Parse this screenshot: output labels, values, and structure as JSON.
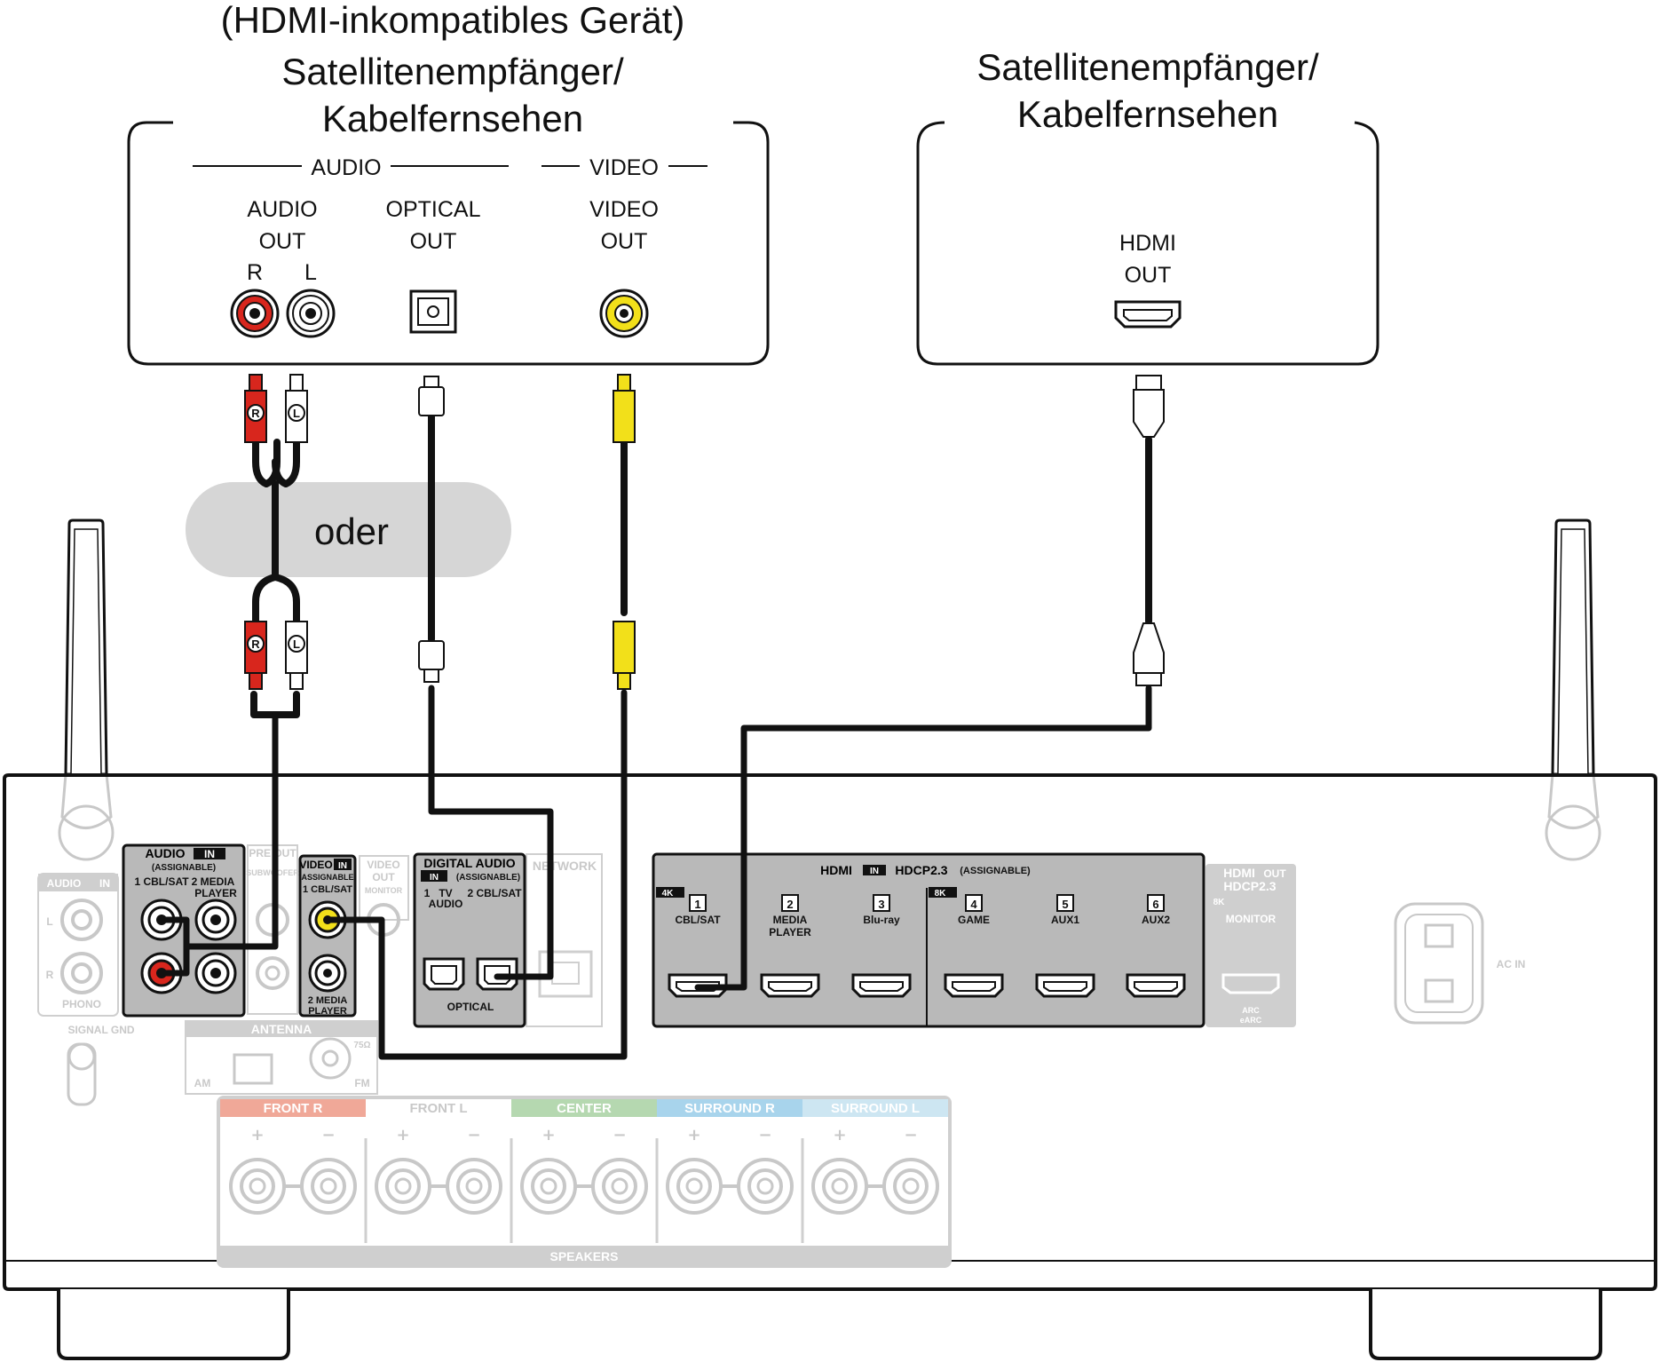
{
  "device_left": {
    "title_line1": "(HDMI-inkompatibles Gerät)",
    "title_line2": "Satellitenempfänger/",
    "title_line3": "Kabelfernsehen",
    "group_audio": "AUDIO",
    "group_video": "VIDEO",
    "audio_out_1": "AUDIO",
    "audio_out_2": "OUT",
    "ch_r": "R",
    "ch_l": "L",
    "optical_1": "OPTICAL",
    "optical_2": "OUT",
    "video_out_1": "VIDEO",
    "video_out_2": "OUT"
  },
  "device_right": {
    "title_line1": "Satellitenempfänger/",
    "title_line2": "Kabelfernsehen",
    "hdmi_1": "HDMI",
    "hdmi_2": "OUT"
  },
  "or_label": "oder",
  "plug_r": "R",
  "plug_l": "L",
  "receiver": {
    "audio_in_title": "AUDIO",
    "audio_in_badge": "IN",
    "assignable": "(ASSIGNABLE)",
    "audio_in_1": "1 CBL/SAT",
    "audio_in_2a": "2 MEDIA",
    "audio_in_2b": "PLAYER",
    "preout": "PRE OUT",
    "subwoofer": "SUBWOOFER",
    "video_in_title": "VIDEO",
    "video_in_badge": "IN",
    "video_in_1": "1 CBL/SAT",
    "video_in_2a": "2 MEDIA",
    "video_in_2b": "PLAYER",
    "video_out_title": "VIDEO",
    "video_out_badge": "OUT",
    "monitor": "MONITOR",
    "digital_audio_title": "DIGITAL AUDIO",
    "digital_in_badge": "IN",
    "digital_1a": "1",
    "digital_1b": "TV",
    "digital_1c": "AUDIO",
    "digital_2": "2 CBL/SAT",
    "optical": "OPTICAL",
    "network": "NETWORK",
    "hdmi_title": "HDMI",
    "hdmi_badge": "IN",
    "hdcp": "HDCP2.3",
    "hdmi_assignable": "(ASSIGNABLE)",
    "badge_4k": "4K",
    "badge_8k": "8K",
    "hdmi_ports": [
      {
        "num": "1",
        "label": "CBL/SAT",
        "label2": ""
      },
      {
        "num": "2",
        "label": "MEDIA",
        "label2": "PLAYER"
      },
      {
        "num": "3",
        "label": "Blu-ray",
        "label2": ""
      },
      {
        "num": "4",
        "label": "GAME",
        "label2": ""
      },
      {
        "num": "5",
        "label": "AUX1",
        "label2": ""
      },
      {
        "num": "6",
        "label": "AUX2",
        "label2": ""
      }
    ],
    "hdmi_out_title": "HDMI",
    "hdmi_out_badge": "OUT",
    "hdmi_out_hdcp": "HDCP2.3",
    "hdmi_out_8k": "8K",
    "hdmi_out_monitor": "MONITOR",
    "arc": "ARC",
    "earc": "eARC",
    "ac_in": "AC IN",
    "phono_title": "AUDIO",
    "phono_badge": "IN",
    "phono": "PHONO",
    "phono_l": "L",
    "phono_r": "R",
    "signal_gnd": "SIGNAL GND",
    "antenna": "ANTENNA",
    "am": "AM",
    "fm": "FM",
    "ohm": "75Ω",
    "speakers": "SPEAKERS",
    "speaker_groups": [
      {
        "name": "FRONT",
        "ch": "R",
        "color": "#f0a898"
      },
      {
        "name": "FRONT",
        "ch": "L",
        "color": "#ffffff"
      },
      {
        "name": "CENTER",
        "ch": "",
        "color": "#b5d8b0"
      },
      {
        "name": "SURROUND",
        "ch": "R",
        "color": "#a8d4ec"
      },
      {
        "name": "SURROUND",
        "ch": "L",
        "color": "#cde6f2"
      }
    ]
  },
  "colors": {
    "cable": "#111111",
    "red_plug": "#d8261d",
    "yellow_plug": "#f2e01a",
    "panel_grey": "#b9b9b9",
    "ghost_grey": "#c8c8c8"
  }
}
